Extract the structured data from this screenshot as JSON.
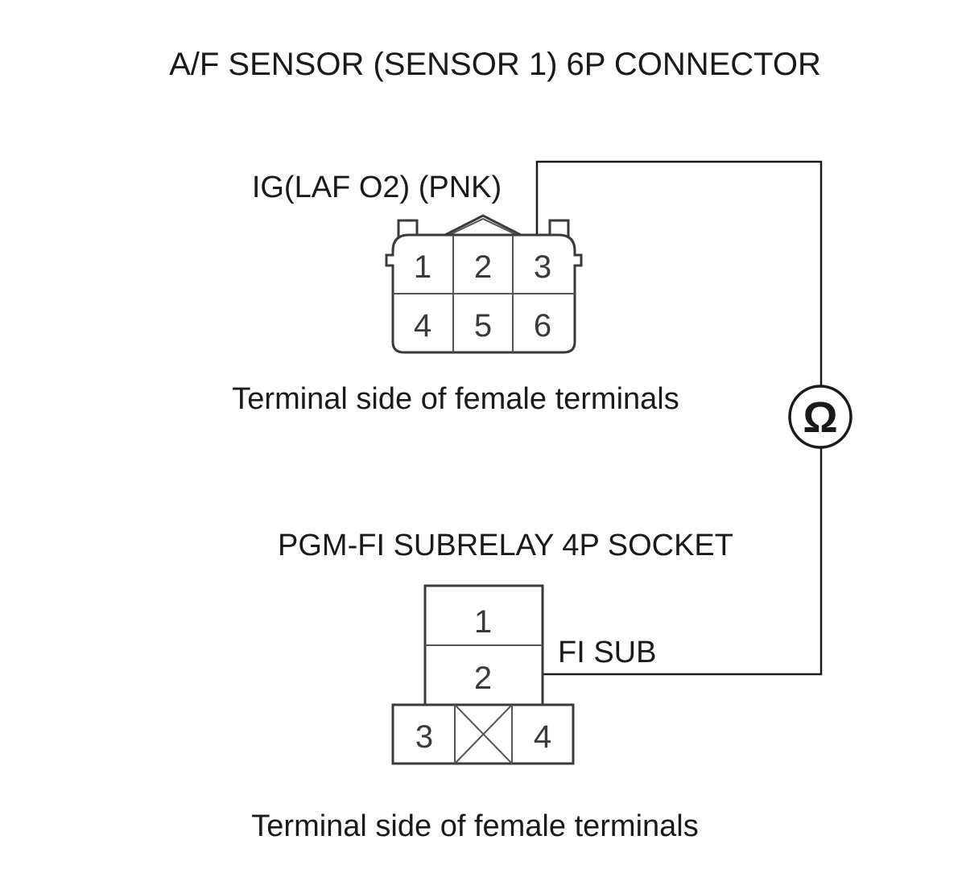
{
  "title": "A/F SENSOR (SENSOR 1) 6P CONNECTOR",
  "af_connector": {
    "wire_label": "IG(LAF O2) (PNK)",
    "pins": [
      "1",
      "2",
      "3",
      "4",
      "5",
      "6"
    ],
    "caption": "Terminal side of female terminals"
  },
  "meter": {
    "symbol": "Ω"
  },
  "subrelay_socket": {
    "title": "PGM-FI SUBRELAY 4P SOCKET",
    "pins": [
      "1",
      "2",
      "3",
      "4"
    ],
    "wire_label": "FI SUB",
    "caption": "Terminal side of female terminals"
  },
  "colors": {
    "line": "#1a1a1a",
    "connector_outline": "#3a3a3a"
  }
}
